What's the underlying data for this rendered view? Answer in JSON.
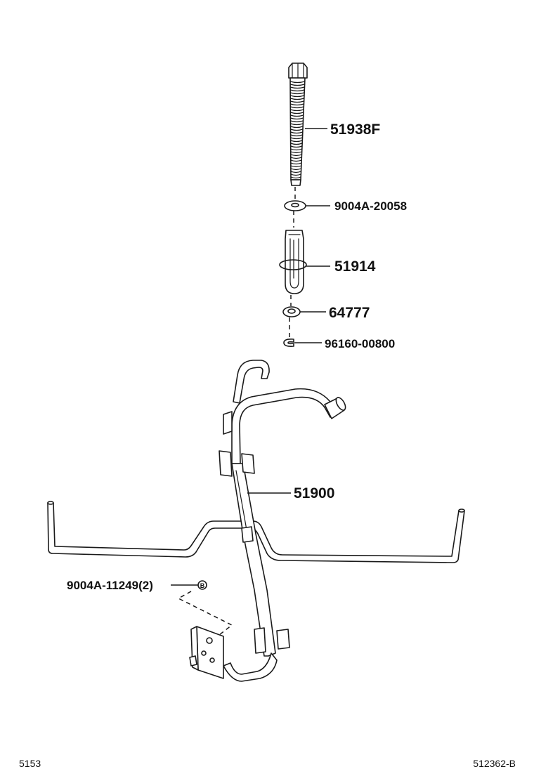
{
  "diagram": {
    "labels": {
      "bolt": "51938F",
      "washer": "9004A-20058",
      "bracket": "51914",
      "nut": "64777",
      "clip": "96160-00800",
      "carrier": "51900",
      "fastener": "9004A-11249(2)",
      "fastener_marker": "B"
    },
    "footer": {
      "left": "5153",
      "right": "512362-B"
    }
  }
}
